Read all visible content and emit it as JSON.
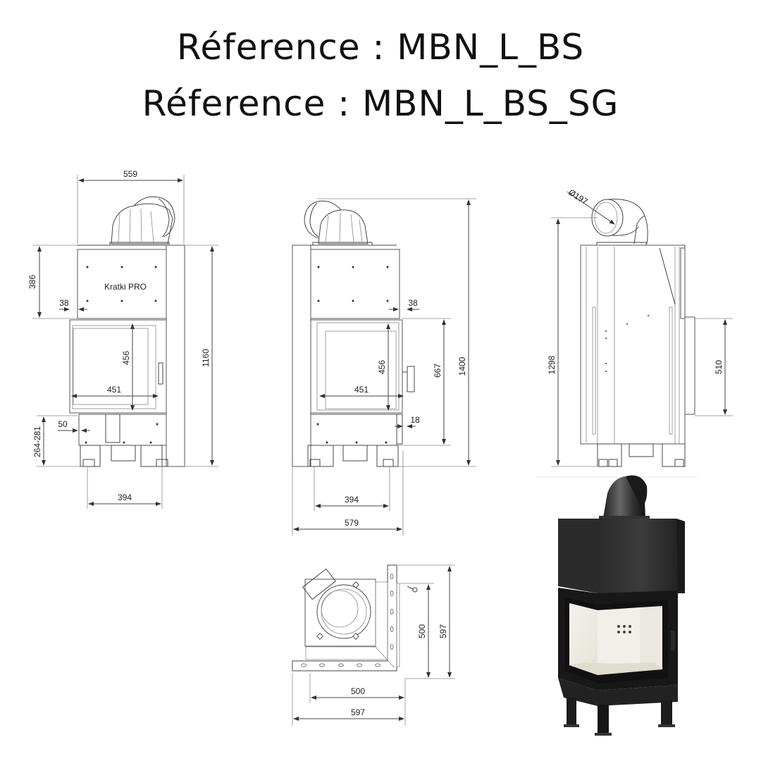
{
  "header": {
    "line1": "Réference : MBN_L_BS",
    "line2": "Réference : MBN_L_BS_SG"
  },
  "front_view": {
    "brand_logo": "Kratki PRO",
    "dims": {
      "width_top": "559",
      "upper_height": "386",
      "offset_38": "38",
      "glass_height": "456",
      "glass_width": "451",
      "total_height": "1160",
      "leg_offset": "50",
      "leg_height": "264-281",
      "leg_spacing": "394"
    }
  },
  "side_front_view": {
    "dims": {
      "offset_38": "38",
      "glass_height": "456",
      "glass_width": "451",
      "door_height": "667",
      "total_height": "1400",
      "handle_offset": "18",
      "leg_spacing": "394",
      "total_width": "579"
    }
  },
  "side_view": {
    "dims": {
      "flue_diameter": "Ø197",
      "total_height": "1298",
      "side_glass_height": "510"
    }
  },
  "top_view": {
    "dims": {
      "inner_depth": "500",
      "outer_depth": "597",
      "inner_width": "500",
      "outer_width": "597"
    }
  },
  "product_photo": {
    "alt": "Corner fireplace insert with left glass"
  }
}
